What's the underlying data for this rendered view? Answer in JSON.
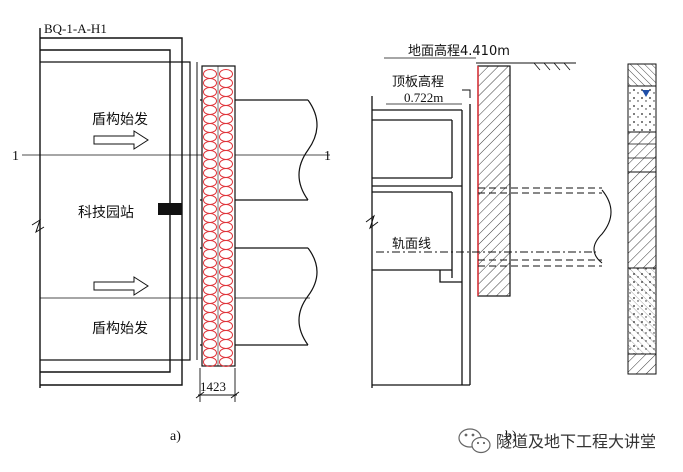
{
  "panel_a": {
    "code_label": "BQ-1-A-H1",
    "section_mark_left": "1",
    "section_mark_right": "1",
    "launch_label_top": "盾构始发",
    "launch_label_bottom": "盾构始发",
    "station_label": "科技园站",
    "width_dimension": "1423",
    "caption": "a)"
  },
  "panel_b": {
    "ground_elevation_label": "地面高程4.410m",
    "roof_elevation_label": "顶板高程",
    "roof_elevation_value": "0.722m",
    "rail_line_label": "轨面线",
    "caption": "b)"
  },
  "watermark": {
    "text": "隧道及地下工程大讲堂",
    "icon": "wechat-icon"
  },
  "colors": {
    "ink": "#111111",
    "reinforcement_coil": "#e0353b",
    "water_marker": "#1f4fa8"
  }
}
